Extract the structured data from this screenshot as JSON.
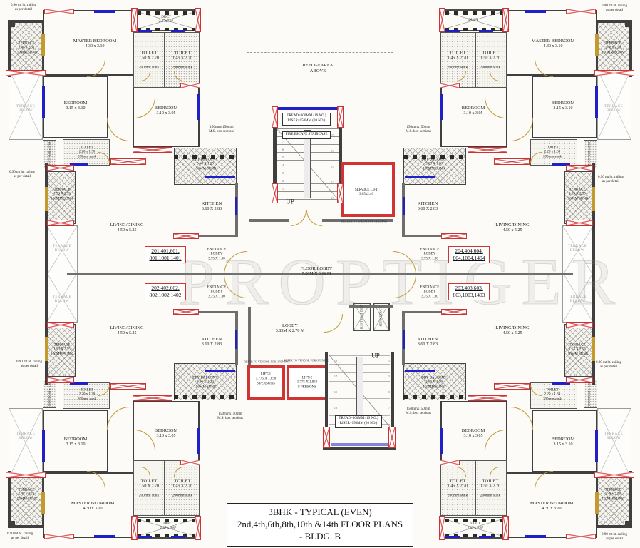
{
  "title_block": {
    "line1": "3BHK - TYPICAL (EVEN)",
    "line2": "2nd,4th,6th,8th,10th &14th FLOOR PLANS",
    "line3": "- BLDG. B"
  },
  "watermark": "PROPTIGER",
  "colors": {
    "shear_wall": "#d03030",
    "window": "#2020c8",
    "door": "#bf9d35",
    "wall": "#3f3f3f",
    "flat_box": "#d03434"
  },
  "flats": {
    "f1": {
      "l1": "201,401,601,",
      "l2": "801,1001,1401"
    },
    "f2": {
      "l1": "202,402,602,",
      "l2": "802,1002,1402"
    },
    "f3": {
      "l1": "203,403,603,",
      "l2": "803,1003,1403"
    },
    "f4": {
      "l1": "204,404,604,",
      "l2": "804,1004,1404"
    }
  },
  "labels": {
    "railing": {
      "a": "0.90 mt ht. railing",
      "b": "as per detail"
    },
    "master": {
      "a": "MASTER BEDROOM",
      "b": "4.30 x 3.10"
    },
    "bed315": {
      "a": "BEDROOM",
      "b": "3.15 x 3.10"
    },
    "bed310": {
      "a": "BEDROOM",
      "b": "3.10 x 3.05"
    },
    "toilet150": {
      "a": "TOILET",
      "b": "1.50 X 2.70",
      "c": "200mm sunk"
    },
    "toilet145": {
      "a": "TOILET",
      "b": "1.45 X 2.70",
      "c": "200mm sunk"
    },
    "toilet220": {
      "a": "TOILET",
      "b": "2.20 x 1.30",
      "c": "200mm sunk"
    },
    "terrace148": {
      "a": "TERRACE",
      "b": "1.48 x 2.50",
      "c": "150MM SUNK"
    },
    "terrace153": {
      "a": "TERRACE",
      "b": "1.53 X 2.55",
      "c": "150MM SUNK"
    },
    "terrace_below": {
      "a": "TERRACE",
      "b": "BELOW"
    },
    "living": {
      "a": "LIVING/DINING",
      "b": "4.50 x 5.25"
    },
    "kitchen": {
      "a": "KITCHEN",
      "b": "3.60 X 2.83"
    },
    "dry_balcony": {
      "a": "DRY BALCONY",
      "b": "3.60 X 1.20",
      "c": "150MM SUNK"
    },
    "ms_box": {
      "a": "150mmx150mm",
      "b": "M.S. box sections"
    },
    "entrance_lobby": {
      "a": "ENTRANCE",
      "b": "LOBBY",
      "c": "3.75 X 1.80"
    },
    "duct_287": {
      "a": "DUCT",
      "b": "2.87 x 0.87"
    },
    "duct_287c": {
      "a": "DUCT",
      "b": "2.87x0.87"
    },
    "duct_plain": {
      "a": "DUCT"
    },
    "duct_060": "DUCT  0.60 x 1.30"
  },
  "core": {
    "refuge": {
      "a": "REFUGEAREA",
      "b": "ABOVE"
    },
    "tread": {
      "a": "TREAD=300MM (19 NO.)",
      "b": "RISER=150MM (20 NO.)"
    },
    "fire_escape": "FIRE ESCAPE STAIRCASE",
    "up": "UP",
    "service_lift": {
      "a": "SERVICE LIFT",
      "b": "3.05x2.40"
    },
    "floor_lobby": {
      "a": "FLOOR LOBBY",
      "b": "7.20M X 3.66 M"
    },
    "lobby": {
      "a": "LOBBY",
      "b": "3.85M X 2.70 M"
    },
    "electrical_duct": "ELECTRICAL DUCT",
    "service_duct": "SERVICE DUCT",
    "lift1": {
      "a": "LIFT-1",
      "b": "1.775 X 1.850",
      "c": "8 PERSONS"
    },
    "lift2": {
      "a": "LIFT-2",
      "b": "1.775 X 1.850",
      "c": "8 PERSONS"
    },
    "refer_vendor": "REFER TO VENDOR FOR OPENING",
    "stair_top_left": "8\n7\n6\n5\n4\n3\n2\n1",
    "stair_top_right": "11\n\n13\n\n15\n\n17\n\n19",
    "stair_bot_left": "19\n\n17\n\n15\n\n13",
    "stair_bot_right": "1\n\n3\n\n5\n\n7"
  }
}
